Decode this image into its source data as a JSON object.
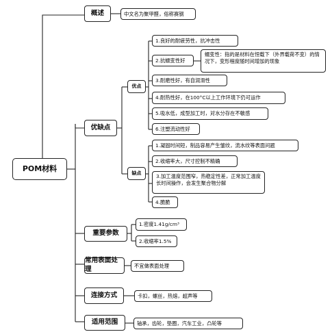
{
  "root": "POM材料",
  "branches": {
    "overview": {
      "label": "概述",
      "content": "中文名为聚甲醛，俗称赛钢"
    },
    "pros_cons": {
      "label": "优缺点",
      "pros": {
        "label": "优点",
        "items": [
          "1.良好的耐疲劳性，抗冲击性",
          "2.抗蠕变性好",
          "3.耐磨性好，有自润滑性",
          "4.耐热性好，在100°C以上工作环境下仍可运作",
          "5.吸水低，成型加工时，对水分存在不敏感",
          "6.注塑流动性好"
        ],
        "creep_note": "蠕变性：指的是材料在恒载下（外界载荷不变）的情况下，变形程度随时间增加的现象"
      },
      "cons": {
        "label": "缺点",
        "items": [
          "1.凝固时间短，制品容易产生皱纹，流水纹等表面问题",
          "2.收缩率大，尺寸控制不精确",
          "3.加工温度范围窄，热稳定性差，正常加工温度长时间操作，会发生聚合物分解",
          "4.脆脆"
        ]
      }
    },
    "params": {
      "label": "重要参数",
      "items": [
        "1.密度1.41g/cm³",
        "2.收缩率1.5%"
      ]
    },
    "surface": {
      "label": "常用表面处理",
      "content": "不宜做表面处理"
    },
    "connection": {
      "label": "连接方式",
      "content": "卡扣，螺丝，热熔，超声等"
    },
    "applications": {
      "label": "适用范围",
      "content": "轴承，齿轮，垫圈，汽车工业，凸轮等"
    }
  }
}
